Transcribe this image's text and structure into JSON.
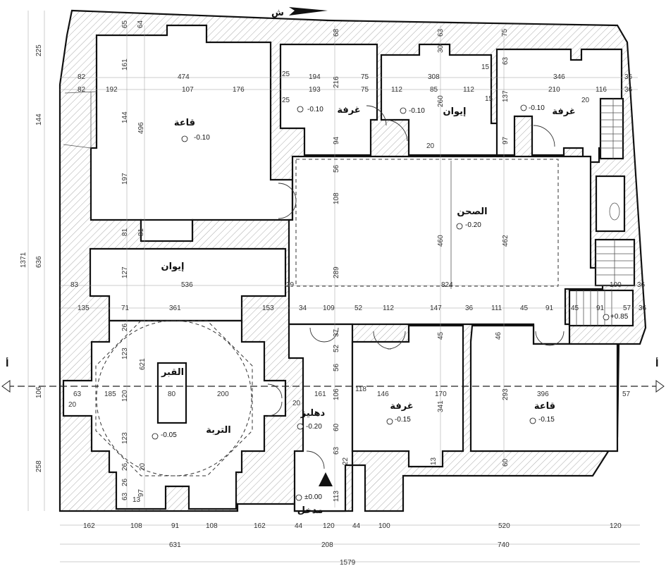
{
  "north": {
    "label": "ش"
  },
  "section": {
    "left": "أ",
    "right": "أ"
  },
  "rooms": {
    "qaa_top": "قاعة",
    "qaa_top_level": "-0.10",
    "ghurfa_top1": "غرفة",
    "ghurfa_top1_level": "-0.10",
    "iwan_top": "إيوان",
    "iwan_top_level": "-0.10",
    "ghurfa_top2": "غرفة",
    "ghurfa_top2_level": "-0.10",
    "sahn": "الصحن",
    "sahn_level": "-0.20",
    "iwan_mid": "إيوان",
    "qabr": "القبر",
    "turba": "التربة",
    "turba_level": "-0.05",
    "dihliz": "دهليز",
    "dihliz_level": "-0.20",
    "ghurfa_bottom": "غرفة",
    "ghurfa_bottom_level": "-0.15",
    "qaa_bottom": "قاعة",
    "qaa_bottom_level": "-0.15",
    "madkhal": "مدخل",
    "madkhal_level": "±0.00",
    "stair_level": "+0.85"
  },
  "dims": {
    "l225": "225",
    "l144": "144",
    "l636": "636",
    "l1371": "1371",
    "l106": "106",
    "l258": "258",
    "t65": "65",
    "t64": "64",
    "t68": "68",
    "t63": "63",
    "t75": "75",
    "t30": "30",
    "r1_82": "82",
    "r1_474": "474",
    "r1_25": "25",
    "r1_194": "194",
    "r1_75": "75",
    "r1_308": "308",
    "r1_15": "15",
    "r1_346": "346",
    "r1_36": "36",
    "r2_82": "82",
    "r2_192": "192",
    "r2_107": "107",
    "r2_176": "176",
    "r2_25": "25",
    "r2_193": "193",
    "r2_75": "75",
    "r2_112a": "112",
    "r2_85": "85",
    "r2_112b": "112",
    "r2_15": "15",
    "r2_210": "210",
    "r2_116": "116",
    "r2_36": "36",
    "v161": "161",
    "v144": "144",
    "v496": "496",
    "v197": "197",
    "v81a": "81",
    "v81b": "81",
    "v216": "216",
    "v94": "94",
    "v260": "260",
    "v137": "137",
    "v63": "63",
    "v97": "97",
    "v20a": "20",
    "v20b": "20",
    "v15": "15",
    "v56": "56",
    "v108": "108",
    "v289": "289",
    "v460": "460",
    "v462": "462",
    "m83": "83",
    "m536": "536",
    "m29": "29",
    "m824": "824",
    "m100": "100",
    "m36": "36",
    "n135": "135",
    "n71": "71",
    "n361": "361",
    "n153": "153",
    "n34": "34",
    "n109": "109",
    "n52": "52",
    "n112": "112",
    "n147": "147",
    "n36": "36",
    "n111": "111",
    "n45": "45",
    "n91": "91",
    "n45b": "45",
    "n91b": "91",
    "n57": "57",
    "n36b": "36",
    "v127": "127",
    "v26a": "26",
    "v123a": "123",
    "v621": "621",
    "v120": "120",
    "v123b": "123",
    "v26b": "26",
    "v26c": "26",
    "v20c": "20",
    "v63b": "63",
    "v97b": "97",
    "v13a": "13",
    "s63": "63",
    "s185": "185",
    "s80": "80",
    "s200": "200",
    "s20": "20",
    "s20b": "20",
    "s161": "161",
    "s146": "146",
    "s170": "170",
    "s396": "396",
    "s57": "57",
    "v37": "37",
    "v52": "52",
    "v56b": "56",
    "v106b": "106",
    "v60": "60",
    "v63c": "63",
    "v22": "22",
    "v113": "113",
    "v45": "45",
    "v46": "46",
    "v341": "341",
    "v293": "293",
    "v13b": "13",
    "v60b": "60",
    "v118": "118",
    "b162a": "162",
    "b108a": "108",
    "b91": "91",
    "b108b": "108",
    "b162b": "162",
    "b44a": "44",
    "b120a": "120",
    "b44b": "44",
    "b100": "100",
    "b520": "520",
    "b120b": "120",
    "c631": "631",
    "c208": "208",
    "c740": "740",
    "total": "1579"
  }
}
